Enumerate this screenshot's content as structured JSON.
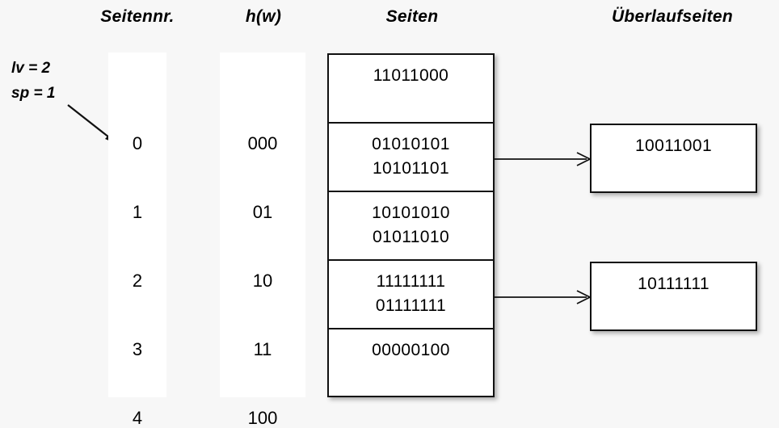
{
  "headers": {
    "seitennr": "Seitennr.",
    "hw": "h(w)",
    "seiten": "Seiten",
    "ueberlaufseiten": "Überlaufseiten"
  },
  "annotations": {
    "lv": "lv = 2",
    "sp": "sp = 1",
    "pointer_icon": "diagonal-arrow-icon"
  },
  "page_numbers": [
    "0",
    "1",
    "2",
    "3",
    "4"
  ],
  "hash_values": [
    "000",
    "01",
    "10",
    "11",
    "100"
  ],
  "pages": [
    {
      "records": [
        "11011000"
      ]
    },
    {
      "records": [
        "01010101",
        "10101101"
      ]
    },
    {
      "records": [
        "10101010",
        "01011010"
      ]
    },
    {
      "records": [
        "11111111",
        "01111111"
      ]
    },
    {
      "records": [
        "00000100"
      ]
    }
  ],
  "overflow_pages": [
    {
      "records": [
        "10011001"
      ],
      "from_page": "1"
    },
    {
      "records": [
        "10111111"
      ],
      "from_page": "3"
    }
  ],
  "colors": {
    "background": "#f7f7f7",
    "panel": "#ffffff",
    "stroke": "#111111",
    "text": "#000000"
  }
}
